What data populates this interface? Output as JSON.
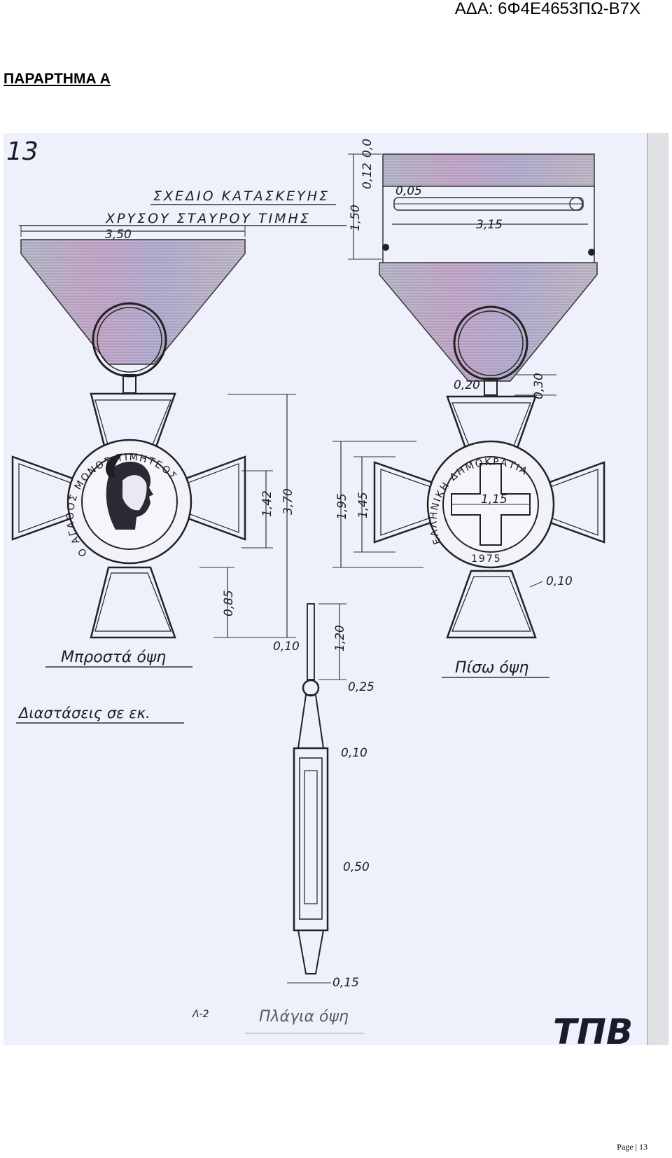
{
  "header": {
    "ada": "ΑΔΑ: 6Φ4Ε4653ΠΩ-Β7Χ"
  },
  "heading": "ΠΑΡΑΡΤΗΜΑ Α",
  "drawing": {
    "corner_mark": "13",
    "title_line1": "ΣΧΕΔΙΟ ΚΑΤΑΣΚΕΥΗΣ",
    "title_line2": "ΧΡΥΣΟΥ ΣΤΑΥΡΟΥ ΤΙΜΗΣ",
    "front_view": "Μπροστά όψη",
    "back_view": "Πίσω όψη",
    "dims_note": "Διαστάσεις σε εκ.",
    "side_view": "Πλάγια όψη",
    "page_mark": "Λ-2",
    "signature": "ΤΠΒ",
    "front_ring_text": "Ο ΑΓΑΘΟΣ ΜΟΝΟΣ ΤΙΜΗΤΕΟΣ",
    "back_ring_text": "ΕΛΛΗΝΙΚΗ ΔΗΜΟΚΡΑΤΙΑ",
    "back_year": "1975",
    "dimensions": {
      "ribbon_width": "3,50",
      "ribbon_height": "1,50",
      "top_small": "0,12",
      "top_tiny": "0,0",
      "pin_gap": "0,05",
      "pin_width": "3,15",
      "cross_total": "3,70",
      "medallion": "1,42",
      "arm_bottom": "0,85",
      "back_outer": "1,95",
      "back_inner": "1,45",
      "inner_cross": "1,15",
      "loop_width": "0,20",
      "loop_height": "0,30",
      "arm_thickness": "0,10",
      "side_top_thick": "0,10",
      "side_top_len": "1,20",
      "ring": "0,25",
      "side_edge": "0,10",
      "side_body": "0,50",
      "side_bottom": "0,15"
    }
  },
  "footer": {
    "page": "Page | 13"
  }
}
